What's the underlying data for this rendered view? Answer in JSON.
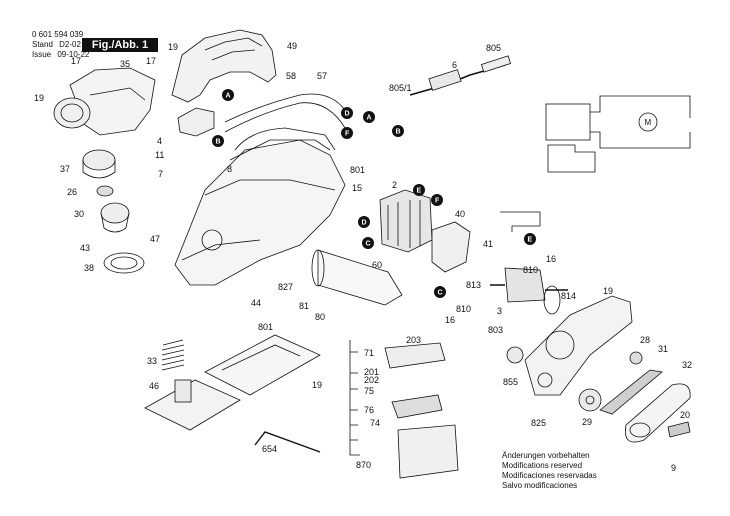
{
  "header": {
    "part_number": "0 601 594 039",
    "stand_label": "Stand",
    "stand_value": "D2-02",
    "issue_label": "Issue",
    "issue_value": "09-10-22",
    "figure_label": "Fig./Abb. 1"
  },
  "callouts": [
    {
      "id": "19a",
      "text": "19"
    },
    {
      "id": "49",
      "text": "49"
    },
    {
      "id": "805",
      "text": "805"
    },
    {
      "id": "17a",
      "text": "17"
    },
    {
      "id": "35",
      "text": "35"
    },
    {
      "id": "17b",
      "text": "17"
    },
    {
      "id": "58",
      "text": "58"
    },
    {
      "id": "57",
      "text": "57"
    },
    {
      "id": "6",
      "text": "6"
    },
    {
      "id": "8051",
      "text": "805/1"
    },
    {
      "id": "19b",
      "text": "19"
    },
    {
      "id": "4",
      "text": "4"
    },
    {
      "id": "11",
      "text": "11"
    },
    {
      "id": "7",
      "text": "7"
    },
    {
      "id": "8",
      "text": "8"
    },
    {
      "id": "801a",
      "text": "801"
    },
    {
      "id": "15",
      "text": "15"
    },
    {
      "id": "37",
      "text": "37"
    },
    {
      "id": "26",
      "text": "26"
    },
    {
      "id": "30",
      "text": "30"
    },
    {
      "id": "43",
      "text": "43"
    },
    {
      "id": "47",
      "text": "47"
    },
    {
      "id": "38",
      "text": "38"
    },
    {
      "id": "2",
      "text": "2"
    },
    {
      "id": "40",
      "text": "40"
    },
    {
      "id": "41",
      "text": "41"
    },
    {
      "id": "16a",
      "text": "16"
    },
    {
      "id": "827",
      "text": "827"
    },
    {
      "id": "60",
      "text": "60"
    },
    {
      "id": "810a",
      "text": "810"
    },
    {
      "id": "813",
      "text": "813"
    },
    {
      "id": "814",
      "text": "814"
    },
    {
      "id": "810b",
      "text": "810"
    },
    {
      "id": "16b",
      "text": "16"
    },
    {
      "id": "3",
      "text": "3"
    },
    {
      "id": "803",
      "text": "803"
    },
    {
      "id": "19c",
      "text": "19"
    },
    {
      "id": "44",
      "text": "44"
    },
    {
      "id": "81",
      "text": "81"
    },
    {
      "id": "801b",
      "text": "801"
    },
    {
      "id": "80",
      "text": "80"
    },
    {
      "id": "203",
      "text": "203"
    },
    {
      "id": "71",
      "text": "71"
    },
    {
      "id": "33",
      "text": "33"
    },
    {
      "id": "201",
      "text": "201"
    },
    {
      "id": "202",
      "text": "202"
    },
    {
      "id": "75",
      "text": "75"
    },
    {
      "id": "19d",
      "text": "19"
    },
    {
      "id": "46",
      "text": "46"
    },
    {
      "id": "76",
      "text": "76"
    },
    {
      "id": "74",
      "text": "74"
    },
    {
      "id": "654",
      "text": "654"
    },
    {
      "id": "870",
      "text": "870"
    },
    {
      "id": "28",
      "text": "28"
    },
    {
      "id": "31",
      "text": "31"
    },
    {
      "id": "32",
      "text": "32"
    },
    {
      "id": "855",
      "text": "855"
    },
    {
      "id": "825",
      "text": "825"
    },
    {
      "id": "29",
      "text": "29"
    },
    {
      "id": "20",
      "text": "20"
    },
    {
      "id": "9",
      "text": "9"
    }
  ],
  "markers": [
    {
      "id": "A1",
      "text": "A"
    },
    {
      "id": "B1",
      "text": "B"
    },
    {
      "id": "D1",
      "text": "D"
    },
    {
      "id": "F1",
      "text": "F"
    },
    {
      "id": "A2",
      "text": "A"
    },
    {
      "id": "B2",
      "text": "B"
    },
    {
      "id": "E1",
      "text": "E"
    },
    {
      "id": "F2",
      "text": "F"
    },
    {
      "id": "D2",
      "text": "D"
    },
    {
      "id": "C1",
      "text": "C"
    },
    {
      "id": "E2",
      "text": "E"
    },
    {
      "id": "C2",
      "text": "C"
    }
  ],
  "motor_symbol": "M",
  "notice": [
    "Änderungen vorbehalten",
    "Modifications reserved",
    "Modificaciones reservadas",
    "Salvo modificaciones"
  ]
}
